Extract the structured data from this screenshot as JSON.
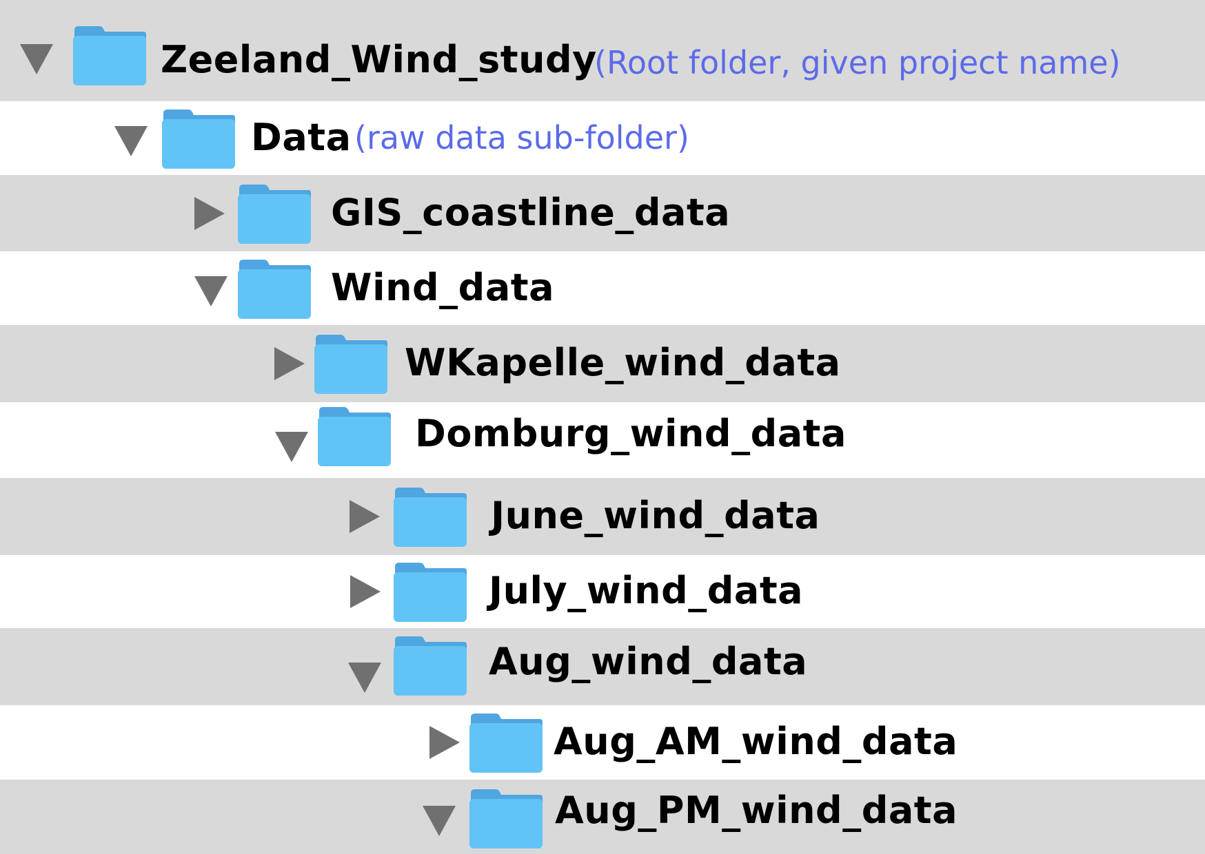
{
  "colors": {
    "row_shaded": "#d9d9d9",
    "row_plain": "#ffffff",
    "folder": "#62c3f7",
    "folder_tab": "#4fa6e0",
    "toggle": "#707070",
    "note": "#5b6be8"
  },
  "icons": {
    "expanded": "triangle-down-icon",
    "collapsed": "triangle-right-icon",
    "folder": "folder-icon"
  },
  "tree": [
    {
      "label": "Zeeland_Wind_study",
      "note": "(Root folder, given project name)",
      "state": "expanded",
      "depth": 0
    },
    {
      "label": "Data",
      "note": "(raw data sub-folder)",
      "state": "expanded",
      "depth": 1
    },
    {
      "label": "GIS_coastline_data",
      "note": "",
      "state": "collapsed",
      "depth": 2
    },
    {
      "label": "Wind_data",
      "note": "",
      "state": "expanded",
      "depth": 2
    },
    {
      "label": "WKapelle_wind_data",
      "note": "",
      "state": "collapsed",
      "depth": 3
    },
    {
      "label": "Domburg_wind_data",
      "note": "",
      "state": "expanded",
      "depth": 3
    },
    {
      "label": "June_wind_data",
      "note": "",
      "state": "collapsed",
      "depth": 4
    },
    {
      "label": "July_wind_data",
      "note": "",
      "state": "collapsed",
      "depth": 4
    },
    {
      "label": "Aug_wind_data",
      "note": "",
      "state": "expanded",
      "depth": 4
    },
    {
      "label": "Aug_AM_wind_data",
      "note": "",
      "state": "collapsed",
      "depth": 5
    },
    {
      "label": "Aug_PM_wind_data",
      "note": "",
      "state": "expanded",
      "depth": 5
    }
  ]
}
